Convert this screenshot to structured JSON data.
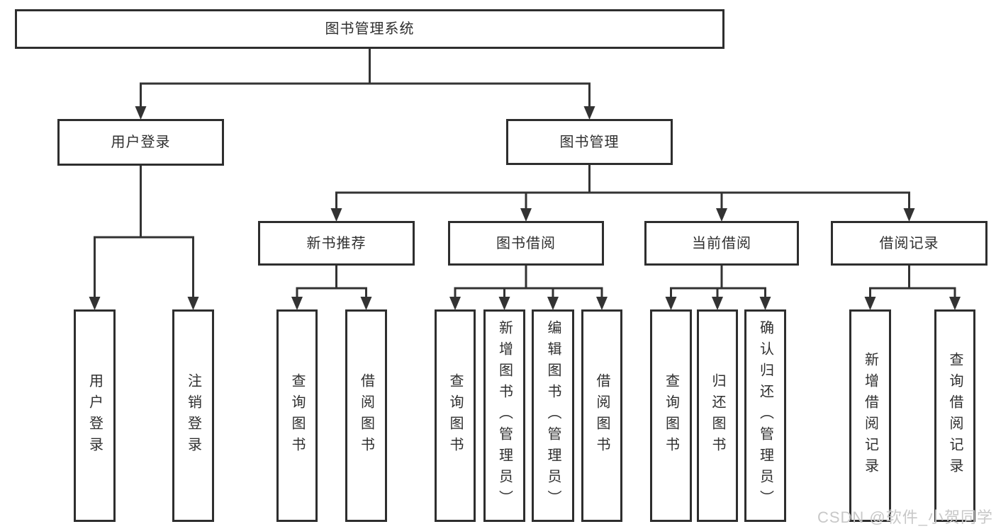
{
  "diagram": {
    "title": "图书管理系统",
    "watermark": "CSDN @软件_小贺同学",
    "colors": {
      "line": "#333333",
      "box_border": "#2e2e2e",
      "text": "#2f2f2f",
      "background": "#ffffff",
      "watermark": "#c8c8c8"
    },
    "nodes": [
      {
        "id": "root",
        "label": "图书管理系统",
        "level": 1
      },
      {
        "id": "user-login",
        "label": "用户登录",
        "level": 2
      },
      {
        "id": "book-mgmt",
        "label": "图书管理",
        "level": 2
      },
      {
        "id": "new-book-rec",
        "label": "新书推荐",
        "level": 3
      },
      {
        "id": "book-borrow",
        "label": "图书借阅",
        "level": 3
      },
      {
        "id": "current-borrow",
        "label": "当前借阅",
        "level": 3
      },
      {
        "id": "borrow-records",
        "label": "借阅记录",
        "level": 3
      },
      {
        "id": "leaf-user-login",
        "label": "用户登录",
        "level": 4
      },
      {
        "id": "leaf-logout",
        "label": "注销登录",
        "level": 4
      },
      {
        "id": "leaf-query-book-1",
        "label": "查询图书",
        "level": 4
      },
      {
        "id": "leaf-borrow-book-1",
        "label": "借阅图书",
        "level": 4
      },
      {
        "id": "leaf-query-book-2",
        "label": "查询图书",
        "level": 4
      },
      {
        "id": "leaf-add-book",
        "label": "新增图书（管理员）",
        "level": 4
      },
      {
        "id": "leaf-edit-book",
        "label": "编辑图书（管理员）",
        "level": 4
      },
      {
        "id": "leaf-borrow-book-2",
        "label": "借阅图书",
        "level": 4
      },
      {
        "id": "leaf-query-book-3",
        "label": "查询图书",
        "level": 4
      },
      {
        "id": "leaf-return-book",
        "label": "归还图书",
        "level": 4
      },
      {
        "id": "leaf-confirm-return",
        "label": "确认归还（管理员）",
        "level": 4
      },
      {
        "id": "leaf-add-borrow-record",
        "label": "新增借阅记录",
        "level": 4
      },
      {
        "id": "leaf-query-borrow-record",
        "label": "查询借阅记录",
        "level": 4
      }
    ],
    "edges": [
      {
        "from": "root",
        "to": [
          "user-login",
          "book-mgmt"
        ]
      },
      {
        "from": "user-login",
        "to": [
          "leaf-user-login",
          "leaf-logout"
        ]
      },
      {
        "from": "book-mgmt",
        "to": [
          "new-book-rec",
          "book-borrow",
          "current-borrow",
          "borrow-records"
        ]
      },
      {
        "from": "new-book-rec",
        "to": [
          "leaf-query-book-1",
          "leaf-borrow-book-1"
        ]
      },
      {
        "from": "book-borrow",
        "to": [
          "leaf-query-book-2",
          "leaf-add-book",
          "leaf-edit-book",
          "leaf-borrow-book-2"
        ]
      },
      {
        "from": "current-borrow",
        "to": [
          "leaf-query-book-3",
          "leaf-return-book",
          "leaf-confirm-return"
        ]
      },
      {
        "from": "borrow-records",
        "to": [
          "leaf-add-borrow-record",
          "leaf-query-borrow-record"
        ]
      }
    ]
  }
}
